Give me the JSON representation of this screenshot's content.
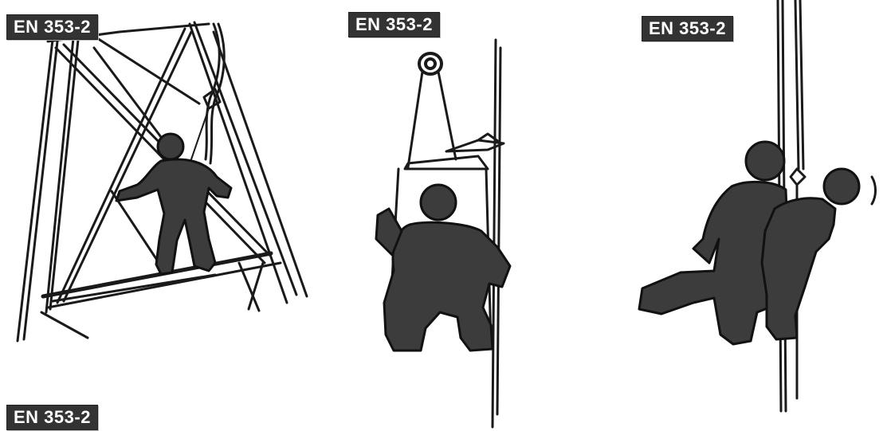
{
  "labels": [
    "EN 353-2",
    "EN 353-2",
    "EN 353-2",
    "EN 353-2"
  ],
  "colors": {
    "figure_fill": "#3c3c3c",
    "stroke": "#1a1a1a",
    "label_bg": "#333333",
    "label_text": "#ffffff",
    "background": "#ffffff"
  }
}
